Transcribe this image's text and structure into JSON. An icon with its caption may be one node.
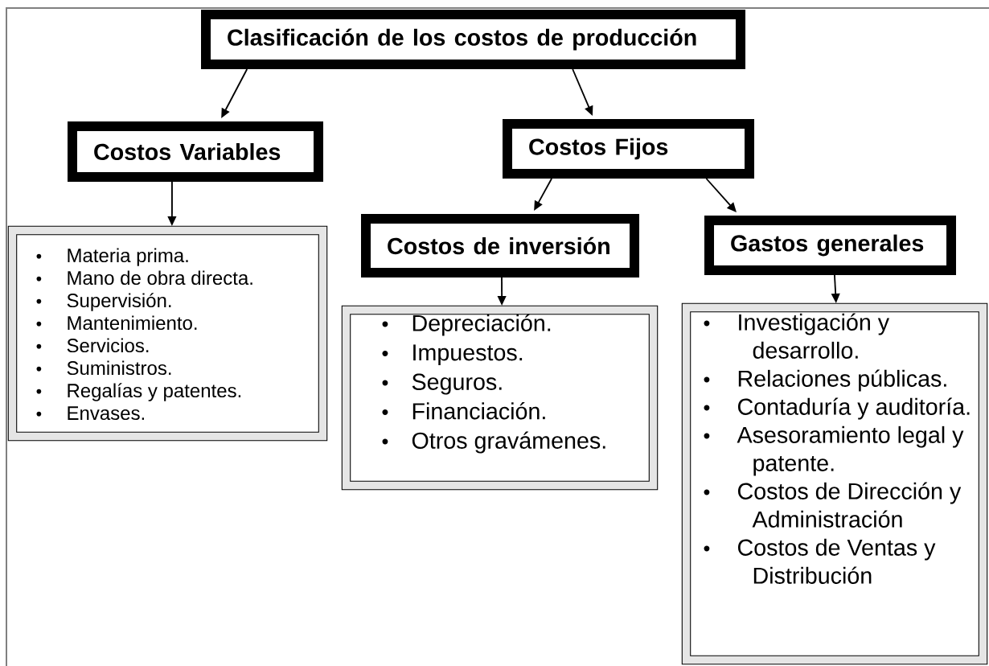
{
  "diagram": {
    "nodes": [
      {
        "text": [
          "Clasificación de los costos de producción"
        ]
      },
      {
        "text": [
          "Costos Variables"
        ]
      },
      {
        "text": [
          "Costos Fijos"
        ]
      },
      {
        "text": [
          "Materia prima.",
          "Mano de obra directa.",
          "Supervisión.",
          "Mantenimiento.",
          "Servicios.",
          "Suministros.",
          "Regalías y patentes.",
          "Envases."
        ]
      },
      {
        "text": [
          "Costos de inversión"
        ]
      },
      {
        "text": [
          "Gastos generales"
        ]
      },
      {
        "text": [
          "Depreciación.",
          "Impuestos.",
          "Seguros.",
          "Financiación.",
          "Otros gravámenes."
        ]
      },
      {
        "text": [
          "Investigación y desarrollo.",
          "Relaciones públicas.",
          "Contaduría y auditoría.",
          "Asesoramiento legal y patente.",
          "Costos de Dirección y Administración",
          "Costos de Ventas y Distribución"
        ]
      }
    ],
    "edges": [
      {
        "from": 0,
        "to": 1,
        "arrow": "to"
      },
      {
        "from": 0,
        "to": 2,
        "arrow": "to"
      },
      {
        "from": 1,
        "to": 3,
        "arrow": "to"
      },
      {
        "from": 2,
        "to": 4,
        "arrow": "to"
      },
      {
        "from": 2,
        "to": 5,
        "arrow": "to"
      },
      {
        "from": 4,
        "to": 6,
        "arrow": "to"
      },
      {
        "from": 5,
        "to": 7,
        "arrow": "to"
      }
    ]
  }
}
